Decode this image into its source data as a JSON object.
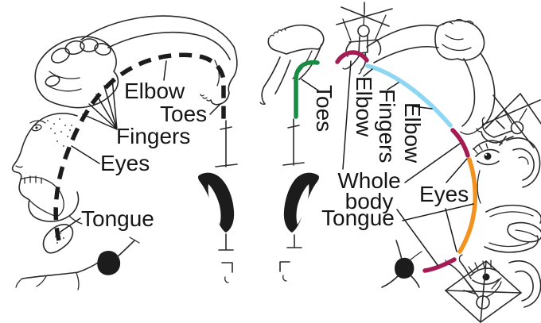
{
  "background": "#ffffff",
  "ink_color": "#1c1c1c",
  "left_panel": {
    "description": "classic homunculus with dashed cortical arc",
    "labels": {
      "elbow": "Elbow",
      "toes": "Toes",
      "fingers": "Fingers",
      "eyes": "Eyes",
      "tongue": "Tongue"
    }
  },
  "right_panel": {
    "description": "effector rings interleaved with inter-effector regions",
    "labels": {
      "toes": "Toes",
      "elbow_upper": "Elbow",
      "fingers": "Fingers",
      "elbow_lower": "Elbow",
      "whole_body_line1": "Whole",
      "whole_body_line2": "body",
      "eyes": "Eyes",
      "tongue": "Tongue"
    },
    "arc_colors": {
      "foot": "#178c43",
      "hand": "#8ed7f3",
      "mouth": "#f2921f",
      "inter_effector": "#a51b54"
    },
    "icons": [
      "legs-toes-sketch",
      "marionette-top-icon",
      "arm-fist-sketch",
      "marionette-right-icon",
      "face-eye-ear-mouth-sketch",
      "eye-ear-sketch",
      "marionette-bottom-icon"
    ]
  }
}
